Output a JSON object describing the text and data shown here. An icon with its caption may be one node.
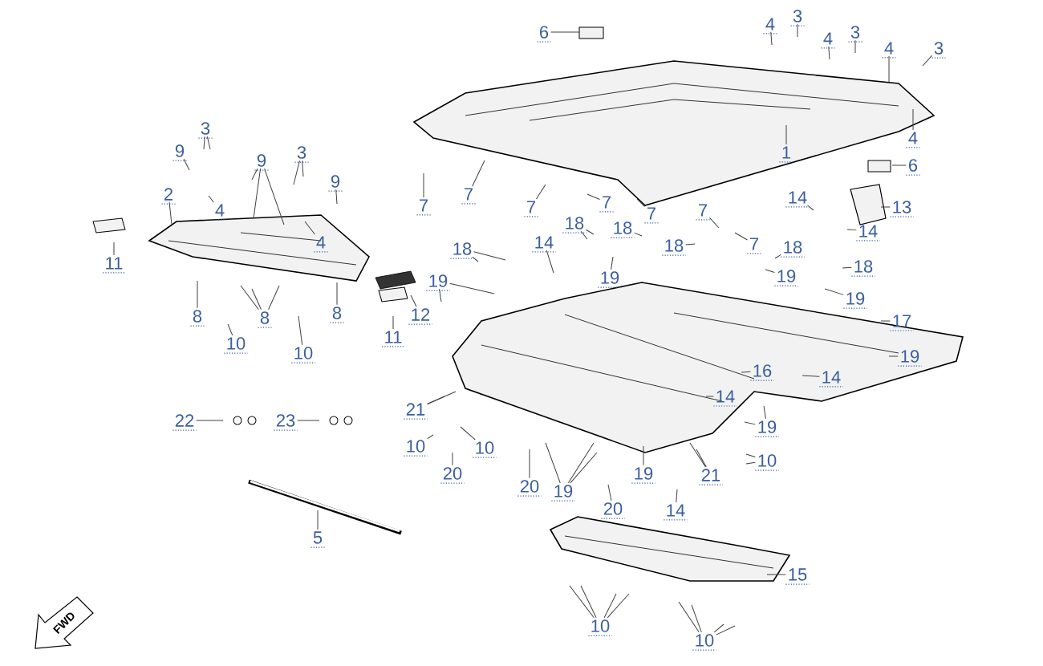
{
  "diagram": {
    "nodes": [
      {
        "text": [
          "6"
        ]
      },
      {
        "text": [
          "4"
        ]
      },
      {
        "text": [
          "3"
        ]
      },
      {
        "text": [
          "4"
        ]
      },
      {
        "text": [
          "3"
        ]
      },
      {
        "text": [
          "4"
        ]
      },
      {
        "text": [
          "3"
        ]
      },
      {
        "text": [
          "9"
        ]
      },
      {
        "text": [
          "3"
        ]
      },
      {
        "text": [
          "9"
        ]
      },
      {
        "text": [
          "3"
        ]
      },
      {
        "text": [
          "9"
        ]
      },
      {
        "text": [
          "2"
        ]
      },
      {
        "text": [
          "4"
        ]
      },
      {
        "text": [
          "4"
        ]
      },
      {
        "text": [
          "1"
        ]
      },
      {
        "text": [
          "6"
        ]
      },
      {
        "text": [
          "4"
        ]
      },
      {
        "text": [
          "7"
        ]
      },
      {
        "text": [
          "7"
        ]
      },
      {
        "text": [
          "7"
        ]
      },
      {
        "text": [
          "7"
        ]
      },
      {
        "text": [
          "7"
        ]
      },
      {
        "text": [
          "7"
        ]
      },
      {
        "text": [
          "7"
        ]
      },
      {
        "text": [
          "14"
        ]
      },
      {
        "text": [
          "13"
        ]
      },
      {
        "text": [
          "14"
        ]
      },
      {
        "text": [
          "18"
        ]
      },
      {
        "text": [
          "18"
        ]
      },
      {
        "text": [
          "14"
        ]
      },
      {
        "text": [
          "18"
        ]
      },
      {
        "text": [
          "18"
        ]
      },
      {
        "text": [
          "19"
        ]
      },
      {
        "text": [
          "18"
        ]
      },
      {
        "text": [
          "18"
        ]
      },
      {
        "text": [
          "19"
        ]
      },
      {
        "text": [
          "19"
        ]
      },
      {
        "text": [
          "19"
        ]
      },
      {
        "text": [
          "12"
        ]
      },
      {
        "text": [
          "11"
        ]
      },
      {
        "text": [
          "11"
        ]
      },
      {
        "text": [
          "8"
        ]
      },
      {
        "text": [
          "10"
        ]
      },
      {
        "text": [
          "8"
        ]
      },
      {
        "text": [
          "10"
        ]
      },
      {
        "text": [
          "8"
        ]
      },
      {
        "text": [
          "17"
        ]
      },
      {
        "text": [
          "19"
        ]
      },
      {
        "text": [
          "16"
        ]
      },
      {
        "text": [
          "14"
        ]
      },
      {
        "text": [
          "14"
        ]
      },
      {
        "text": [
          "22"
        ]
      },
      {
        "text": [
          "23"
        ]
      },
      {
        "text": [
          "21"
        ]
      },
      {
        "text": [
          "19"
        ]
      },
      {
        "text": [
          "10"
        ]
      },
      {
        "text": [
          "10"
        ]
      },
      {
        "text": [
          "21"
        ]
      },
      {
        "text": [
          "10"
        ]
      },
      {
        "text": [
          "20"
        ]
      },
      {
        "text": [
          "20"
        ]
      },
      {
        "text": [
          "19"
        ]
      },
      {
        "text": [
          "19"
        ]
      },
      {
        "text": [
          "20"
        ]
      },
      {
        "text": [
          "14"
        ]
      },
      {
        "text": [
          "5"
        ]
      },
      {
        "text": [
          "15"
        ]
      },
      {
        "text": [
          "10"
        ]
      },
      {
        "text": [
          "10"
        ]
      }
    ],
    "edges": [
      {
        "from": 0,
        "to": null,
        "arrow": "none"
      },
      {
        "from": 1,
        "to": null,
        "arrow": "none"
      },
      {
        "from": 2,
        "to": null,
        "arrow": "none"
      },
      {
        "from": 3,
        "to": null,
        "arrow": "none"
      },
      {
        "from": 4,
        "to": null,
        "arrow": "none"
      },
      {
        "from": 5,
        "to": null,
        "arrow": "none"
      },
      {
        "from": 6,
        "to": null,
        "arrow": "none"
      },
      {
        "from": 7,
        "to": null,
        "arrow": "none"
      },
      {
        "from": 8,
        "to": null,
        "arrow": "none"
      },
      {
        "from": 8,
        "to": null,
        "arrow": "none"
      },
      {
        "from": 9,
        "to": null,
        "arrow": "none"
      },
      {
        "from": 9,
        "to": null,
        "arrow": "none"
      },
      {
        "from": 9,
        "to": null,
        "arrow": "none"
      },
      {
        "from": 10,
        "to": null,
        "arrow": "none"
      },
      {
        "from": 10,
        "to": null,
        "arrow": "none"
      },
      {
        "from": 11,
        "to": null,
        "arrow": "none"
      },
      {
        "from": 12,
        "to": null,
        "arrow": "none"
      },
      {
        "from": 13,
        "to": null,
        "arrow": "none"
      },
      {
        "from": 14,
        "to": null,
        "arrow": "none"
      },
      {
        "from": 15,
        "to": null,
        "arrow": "none"
      },
      {
        "from": 16,
        "to": null,
        "arrow": "none"
      },
      {
        "from": 17,
        "to": null,
        "arrow": "none"
      },
      {
        "from": 18,
        "to": null,
        "arrow": "none"
      },
      {
        "from": 19,
        "to": null,
        "arrow": "none"
      },
      {
        "from": 20,
        "to": null,
        "arrow": "none"
      },
      {
        "from": 21,
        "to": null,
        "arrow": "none"
      },
      {
        "from": 22,
        "to": null,
        "arrow": "none"
      },
      {
        "from": 23,
        "to": null,
        "arrow": "none"
      },
      {
        "from": 24,
        "to": null,
        "arrow": "none"
      },
      {
        "from": 25,
        "to": null,
        "arrow": "none"
      },
      {
        "from": 26,
        "to": null,
        "arrow": "none"
      },
      {
        "from": 27,
        "to": null,
        "arrow": "none"
      },
      {
        "from": 28,
        "to": null,
        "arrow": "none"
      },
      {
        "from": 28,
        "to": null,
        "arrow": "none"
      },
      {
        "from": 29,
        "to": null,
        "arrow": "none"
      },
      {
        "from": 29,
        "to": null,
        "arrow": "none"
      },
      {
        "from": 30,
        "to": null,
        "arrow": "none"
      },
      {
        "from": 31,
        "to": null,
        "arrow": "none"
      },
      {
        "from": 32,
        "to": null,
        "arrow": "none"
      },
      {
        "from": 33,
        "to": null,
        "arrow": "none"
      },
      {
        "from": 34,
        "to": null,
        "arrow": "none"
      },
      {
        "from": 35,
        "to": null,
        "arrow": "none"
      },
      {
        "from": 36,
        "to": null,
        "arrow": "none"
      },
      {
        "from": 37,
        "to": null,
        "arrow": "none"
      },
      {
        "from": 37,
        "to": null,
        "arrow": "none"
      },
      {
        "from": 38,
        "to": null,
        "arrow": "none"
      },
      {
        "from": 39,
        "to": null,
        "arrow": "none"
      },
      {
        "from": 40,
        "to": null,
        "arrow": "none"
      },
      {
        "from": 41,
        "to": null,
        "arrow": "none"
      },
      {
        "from": 42,
        "to": null,
        "arrow": "none"
      },
      {
        "from": 43,
        "to": null,
        "arrow": "none"
      },
      {
        "from": 44,
        "to": null,
        "arrow": "none"
      },
      {
        "from": 44,
        "to": null,
        "arrow": "none"
      },
      {
        "from": 44,
        "to": null,
        "arrow": "none"
      },
      {
        "from": 45,
        "to": null,
        "arrow": "none"
      },
      {
        "from": 46,
        "to": null,
        "arrow": "none"
      },
      {
        "from": 47,
        "to": null,
        "arrow": "none"
      },
      {
        "from": 48,
        "to": null,
        "arrow": "none"
      },
      {
        "from": 49,
        "to": null,
        "arrow": "none"
      },
      {
        "from": 50,
        "to": null,
        "arrow": "none"
      },
      {
        "from": 51,
        "to": null,
        "arrow": "none"
      },
      {
        "from": 52,
        "to": null,
        "arrow": "none"
      },
      {
        "from": 53,
        "to": null,
        "arrow": "none"
      },
      {
        "from": 54,
        "to": null,
        "arrow": "none"
      },
      {
        "from": 54,
        "to": null,
        "arrow": "none"
      },
      {
        "from": 55,
        "to": null,
        "arrow": "none"
      },
      {
        "from": 55,
        "to": null,
        "arrow": "none"
      },
      {
        "from": 56,
        "to": null,
        "arrow": "none"
      },
      {
        "from": 57,
        "to": null,
        "arrow": "none"
      },
      {
        "from": 58,
        "to": null,
        "arrow": "none"
      },
      {
        "from": 58,
        "to": null,
        "arrow": "none"
      },
      {
        "from": 59,
        "to": null,
        "arrow": "none"
      },
      {
        "from": 59,
        "to": null,
        "arrow": "none"
      },
      {
        "from": 60,
        "to": null,
        "arrow": "none"
      },
      {
        "from": 61,
        "to": null,
        "arrow": "none"
      },
      {
        "from": 62,
        "to": null,
        "arrow": "none"
      },
      {
        "from": 62,
        "to": null,
        "arrow": "none"
      },
      {
        "from": 62,
        "to": null,
        "arrow": "none"
      },
      {
        "from": 63,
        "to": null,
        "arrow": "none"
      },
      {
        "from": 64,
        "to": null,
        "arrow": "none"
      },
      {
        "from": 65,
        "to": null,
        "arrow": "none"
      },
      {
        "from": 66,
        "to": null,
        "arrow": "none"
      },
      {
        "from": 67,
        "to": null,
        "arrow": "none"
      },
      {
        "from": 68,
        "to": null,
        "arrow": "none"
      },
      {
        "from": 68,
        "to": null,
        "arrow": "none"
      },
      {
        "from": 68,
        "to": null,
        "arrow": "none"
      },
      {
        "from": 68,
        "to": null,
        "arrow": "none"
      },
      {
        "from": 69,
        "to": null,
        "arrow": "none"
      },
      {
        "from": 69,
        "to": null,
        "arrow": "none"
      },
      {
        "from": 69,
        "to": null,
        "arrow": "none"
      },
      {
        "from": 69,
        "to": null,
        "arrow": "none"
      }
    ],
    "labels": [
      "FWD"
    ]
  }
}
